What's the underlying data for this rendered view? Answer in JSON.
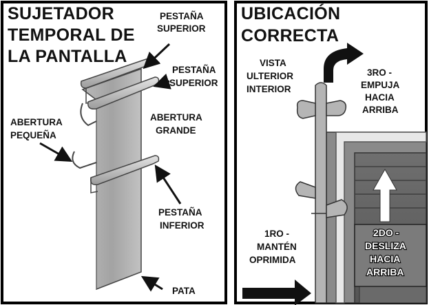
{
  "left_panel": {
    "title_lines": [
      "SUJETADOR",
      "TEMPORAL DE",
      "LA PANTALLA"
    ],
    "labels": {
      "upper_tab_1": [
        "PESTAÑA",
        "SUPERIOR"
      ],
      "upper_tab_2": [
        "PESTAÑA",
        "SUPERIOR"
      ],
      "small_opening": [
        "ABERTURA",
        "PEQUEÑA"
      ],
      "large_opening": [
        "ABERTURA",
        "GRANDE"
      ],
      "lower_tab": [
        "PESTAÑA",
        "INFERIOR"
      ],
      "leg": "PATA"
    }
  },
  "right_panel": {
    "title_lines": [
      "UBICACIÓN",
      "CORRECTA"
    ],
    "labels": {
      "interior_view": [
        "VISTA",
        "ULTERIOR",
        "INTERIOR"
      ],
      "step3": [
        "3RO -",
        "EMPUJA",
        "HACIA",
        "ARRIBA"
      ],
      "step1": [
        "1RO -",
        "MANTÉN",
        "OPRIMIDA"
      ],
      "step2": [
        "2DO -",
        "DESLIZA",
        "HACIA",
        "ARRIBA"
      ]
    }
  }
}
